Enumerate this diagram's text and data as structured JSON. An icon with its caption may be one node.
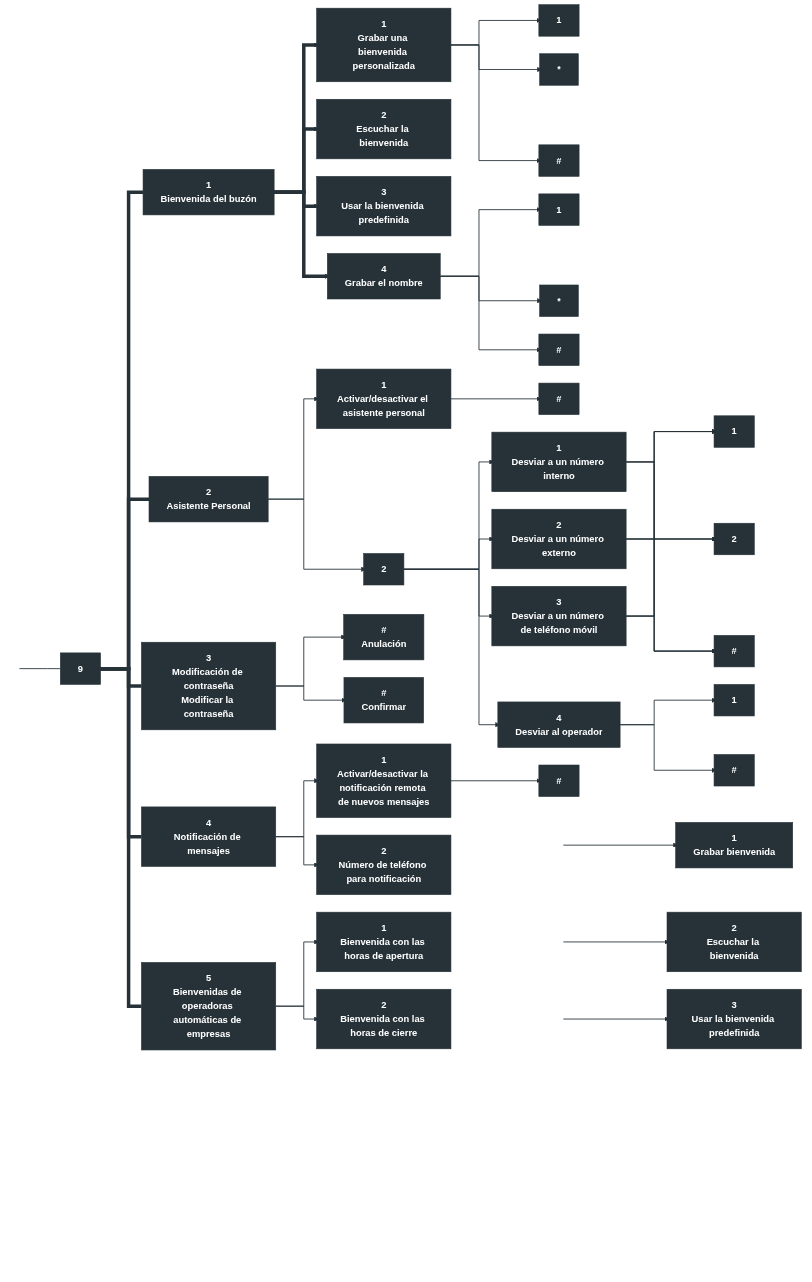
{
  "diagram": {
    "nodes": [
      {
        "text": [
          "9"
        ]
      },
      {
        "text": [
          "1",
          "Bienvenida del buzón"
        ]
      },
      {
        "text": [
          "1",
          "Grabar una bienvenida personalizada"
        ]
      },
      {
        "text": [
          "1"
        ]
      },
      {
        "text": [
          "*"
        ]
      },
      {
        "text": [
          "#"
        ]
      },
      {
        "text": [
          "2",
          "Escuchar la bienvenida"
        ]
      },
      {
        "text": [
          "3",
          "Usar la bienvenida predefinida"
        ]
      },
      {
        "text": [
          "4",
          "Grabar el nombre"
        ]
      },
      {
        "text": [
          "1"
        ]
      },
      {
        "text": [
          "*"
        ]
      },
      {
        "text": [
          "#"
        ]
      },
      {
        "text": [
          "2",
          "Asistente Personal"
        ]
      },
      {
        "text": [
          "1",
          "Activar/desactivar el asistente personal"
        ]
      },
      {
        "text": [
          "#"
        ]
      },
      {
        "text": [
          "2"
        ]
      },
      {
        "text": [
          "1",
          "Desviar a un número interno"
        ]
      },
      {
        "text": [
          "2",
          "Desviar a un número externo"
        ]
      },
      {
        "text": [
          "3",
          "Desviar a un número de teléfono móvil"
        ]
      },
      {
        "text": [
          "4",
          "Desviar al operador"
        ]
      },
      {
        "text": [
          "1"
        ]
      },
      {
        "text": [
          "2"
        ]
      },
      {
        "text": [
          "#"
        ]
      },
      {
        "text": [
          "1"
        ]
      },
      {
        "text": [
          "#"
        ]
      },
      {
        "text": [
          "3",
          "Modificación de contraseña",
          "Modificar la contraseña"
        ]
      },
      {
        "text": [
          "#",
          "Anulación"
        ]
      },
      {
        "text": [
          "#",
          "Confirmar"
        ]
      },
      {
        "text": [
          "4",
          "Notificación de mensajes"
        ]
      },
      {
        "text": [
          "1",
          "Activar/desactivar la notificación remota de nuevos mensajes"
        ]
      },
      {
        "text": [
          "#"
        ]
      },
      {
        "text": [
          "2",
          "Número de teléfono para notificación"
        ]
      },
      {
        "text": [
          "5",
          "Bienvenidas de operadoras automáticas de empresas"
        ]
      },
      {
        "text": [
          "1",
          "Bienvenida con las horas de apertura"
        ]
      },
      {
        "text": [
          "2",
          "Bienvenida con las horas de cierre"
        ]
      },
      {
        "text": [
          "1",
          "Grabar bienvenida"
        ]
      },
      {
        "text": [
          "2",
          "Escuchar la bienvenida"
        ]
      },
      {
        "text": [
          "3",
          "Usar la bienvenida predefinida"
        ]
      }
    ],
    "edges": [
      {
        "from": null,
        "to": 0,
        "arrow": "none"
      },
      {
        "from": 0,
        "to": 1,
        "arrow": "none",
        "style": "thick"
      },
      {
        "from": 1,
        "to": 2,
        "arrow": "to",
        "style": "thick"
      },
      {
        "from": 2,
        "to": 3,
        "arrow": "to"
      },
      {
        "from": 2,
        "to": 4,
        "arrow": "to"
      },
      {
        "from": 2,
        "to": 5,
        "arrow": "to"
      },
      {
        "from": 1,
        "to": 6,
        "arrow": "to",
        "style": "thick"
      },
      {
        "from": 1,
        "to": 7,
        "arrow": "to",
        "style": "thick"
      },
      {
        "from": 1,
        "to": 8,
        "arrow": "to",
        "style": "thick"
      },
      {
        "from": 8,
        "to": 9,
        "arrow": "to"
      },
      {
        "from": 8,
        "to": 10,
        "arrow": "to"
      },
      {
        "from": 8,
        "to": 11,
        "arrow": "to"
      },
      {
        "from": 0,
        "to": 12,
        "arrow": "none",
        "style": "thick"
      },
      {
        "from": 12,
        "to": 13,
        "arrow": "to"
      },
      {
        "from": 13,
        "to": 14,
        "arrow": "to"
      },
      {
        "from": 12,
        "to": 15,
        "arrow": "to"
      },
      {
        "from": 15,
        "to": 16,
        "arrow": "to"
      },
      {
        "from": 15,
        "to": 17,
        "arrow": "to"
      },
      {
        "from": 15,
        "to": 18,
        "arrow": "to"
      },
      {
        "from": 15,
        "to": 19,
        "arrow": "to"
      },
      {
        "from": 16,
        "to": 20,
        "arrow": "to"
      },
      {
        "from": 16,
        "to": 21,
        "arrow": "to"
      },
      {
        "from": 16,
        "to": 22,
        "arrow": "to"
      },
      {
        "from": 17,
        "to": 20,
        "arrow": "to"
      },
      {
        "from": 17,
        "to": 21,
        "arrow": "to"
      },
      {
        "from": 17,
        "to": 22,
        "arrow": "to"
      },
      {
        "from": 18,
        "to": 20,
        "arrow": "to"
      },
      {
        "from": 18,
        "to": 21,
        "arrow": "to"
      },
      {
        "from": 18,
        "to": 22,
        "arrow": "to"
      },
      {
        "from": 19,
        "to": 23,
        "arrow": "to"
      },
      {
        "from": 19,
        "to": 24,
        "arrow": "to"
      },
      {
        "from": 0,
        "to": 25,
        "arrow": "none",
        "style": "thick"
      },
      {
        "from": 25,
        "to": 26,
        "arrow": "to"
      },
      {
        "from": 25,
        "to": 27,
        "arrow": "to"
      },
      {
        "from": 0,
        "to": 28,
        "arrow": "none",
        "style": "thick"
      },
      {
        "from": 28,
        "to": 29,
        "arrow": "to"
      },
      {
        "from": 29,
        "to": 30,
        "arrow": "to"
      },
      {
        "from": 28,
        "to": 31,
        "arrow": "to"
      },
      {
        "from": 0,
        "to": 32,
        "arrow": "none",
        "style": "thick"
      },
      {
        "from": 32,
        "to": 33,
        "arrow": "to"
      },
      {
        "from": 32,
        "to": 34,
        "arrow": "to"
      },
      {
        "from": null,
        "to": 35,
        "arrow": "to"
      },
      {
        "from": null,
        "to": 36,
        "arrow": "to"
      },
      {
        "from": null,
        "to": 37,
        "arrow": "to"
      }
    ]
  }
}
